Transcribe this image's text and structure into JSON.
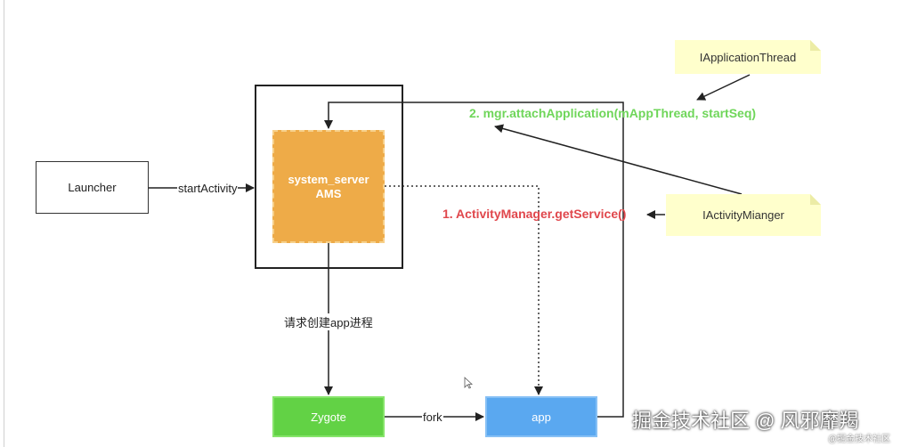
{
  "nodes": {
    "launcher": "Launcher",
    "ams_line1": "system_server",
    "ams_line2": "AMS",
    "zygote": "Zygote",
    "app": "app"
  },
  "notes": {
    "application_thread": "IApplicationThread",
    "activity_manager": "IActivityMianger"
  },
  "edges": {
    "start_activity": "startActivity",
    "request_create": "请求创建app进程",
    "fork": "fork"
  },
  "steps": {
    "step1": "1. ActivityManager.getService()",
    "step2": "2. mgr.attachApplication(mAppThread, startSeq)"
  },
  "watermark": {
    "main": "掘金技术社区 @ 风邪靡羯",
    "small": "@掘金技术社区"
  },
  "colors": {
    "ams": "#eeab48",
    "zygote": "#62d245",
    "app": "#5aa8f0",
    "note": "#ffffcc",
    "step1": "#e0474c",
    "step2": "#6fd65a"
  }
}
